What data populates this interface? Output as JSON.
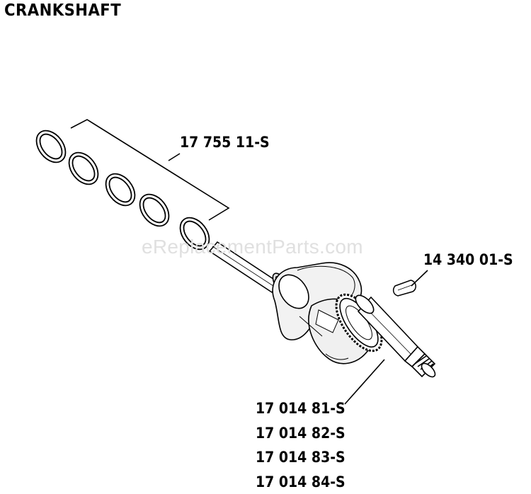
{
  "title": "CRANKSHAFT",
  "watermark": "eReplacementParts.com",
  "parts": {
    "rings_label": "17 755 11-S",
    "key_label": "14 340 01-S",
    "crankshaft_labels": [
      "17 014 81-S",
      "17 014 82-S",
      "17 014 83-S",
      "17 014 84-S"
    ]
  }
}
